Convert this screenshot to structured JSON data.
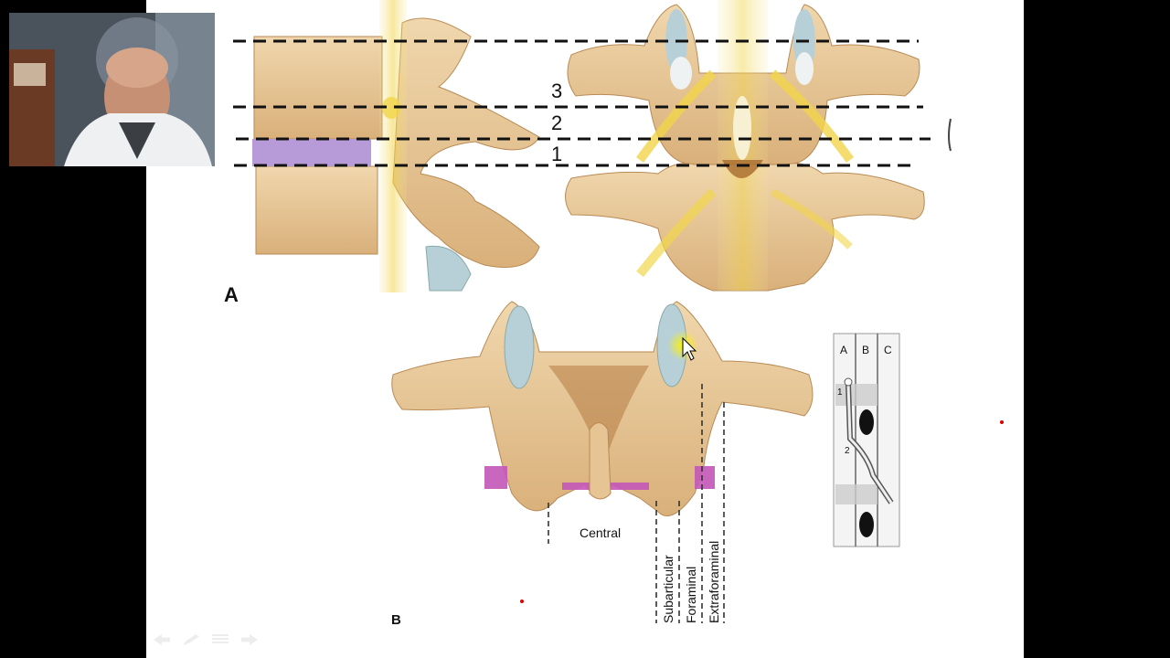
{
  "webcam": {
    "description_icon": "presenter-video-icon"
  },
  "figure_a": {
    "panel_label": "A",
    "zone_numbers": [
      "3",
      "2",
      "1"
    ]
  },
  "figure_b": {
    "panel_label": "B",
    "zone_labels": {
      "central": "Central",
      "subarticular": "Subarticular",
      "foraminal": "Foraminal",
      "extraforaminal": "Extraforaminal"
    }
  },
  "inset": {
    "column_headers": [
      "A",
      "B",
      "C"
    ],
    "row_numbers": [
      "1",
      "2"
    ]
  },
  "colors": {
    "bone": "#e6c493",
    "bone_dark": "#b98a55",
    "disc": "#b79ad8",
    "disc_magenta": "#c356b8",
    "cartilage": "#b7d0d8",
    "nerve": "#f1d54a",
    "highlight": "#fff200"
  }
}
